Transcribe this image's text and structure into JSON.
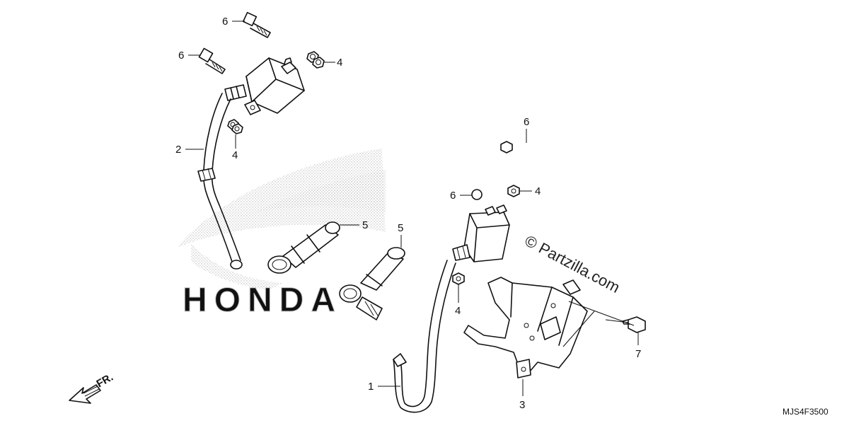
{
  "diagram": {
    "callouts": {
      "c1": "1",
      "c2": "2",
      "c3": "3",
      "c4a": "4",
      "c4b": "4",
      "c4c": "4",
      "c4d": "4",
      "c5a": "5",
      "c5b": "5",
      "c6a": "6",
      "c6b": "6",
      "c6c": "6",
      "c6d": "6",
      "c7": "7"
    },
    "front_marker": "FR.",
    "watermark": "© Partzilla.com",
    "diagram_code": "MJS4F3500",
    "logo_text": "HONDA"
  }
}
